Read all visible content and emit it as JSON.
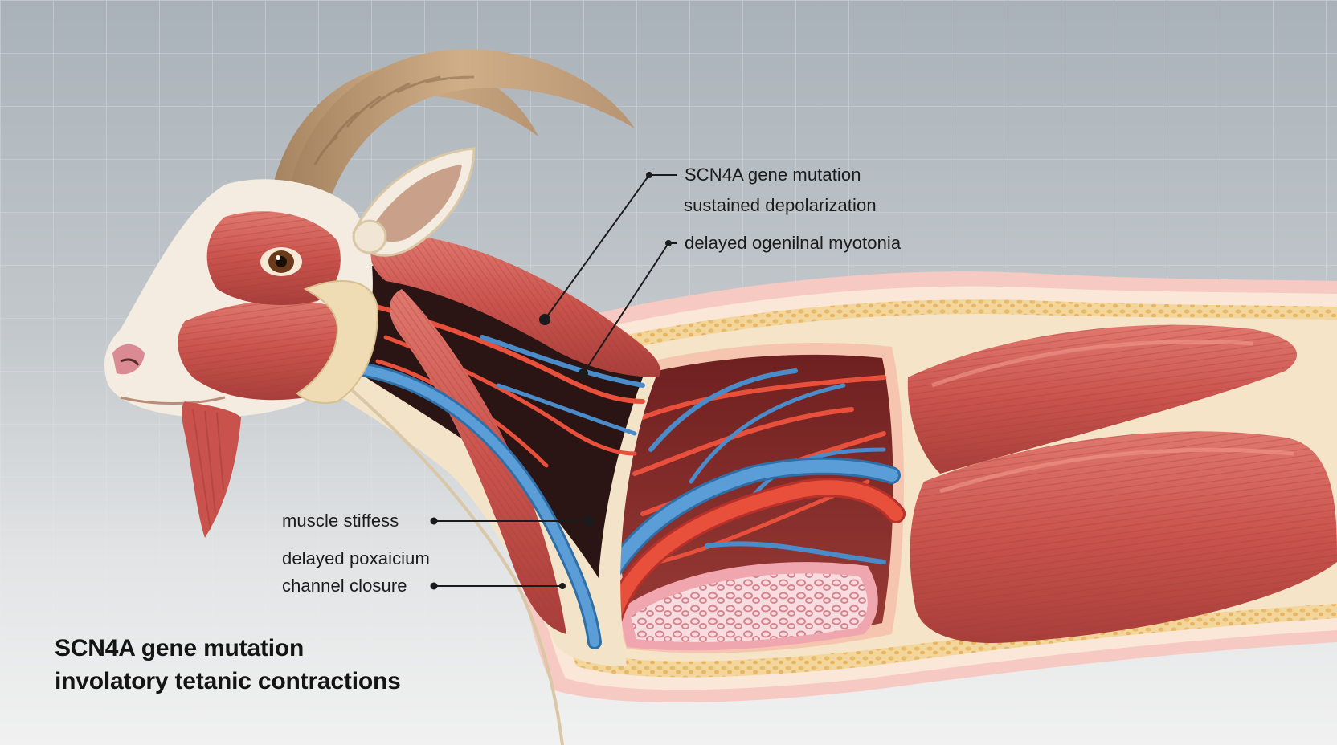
{
  "labels": {
    "gene_mutation": "SCN4A gene mutation",
    "sustained_depolarization": "sustained depolarization",
    "delayed_myotonia": "delayed ogenilnal myotonia",
    "muscle_stiffness": "muscle stiffess",
    "delayed_channel_line1": "delayed poxaicium",
    "delayed_channel_line2": "channel closure"
  },
  "caption": {
    "line1": "SCN4A gene mutation",
    "line2": "involatory tetanic contractions"
  },
  "colors": {
    "background_top": "#a9b2b9",
    "muscle": "#c9534c",
    "muscle_light": "#e07b70",
    "artery": "#e8503c",
    "vein": "#4a8cc9",
    "fat": "#f2d7a0",
    "fur": "#f4ece0",
    "horn": "#c9a27a",
    "bone": "#f5d0d4"
  }
}
